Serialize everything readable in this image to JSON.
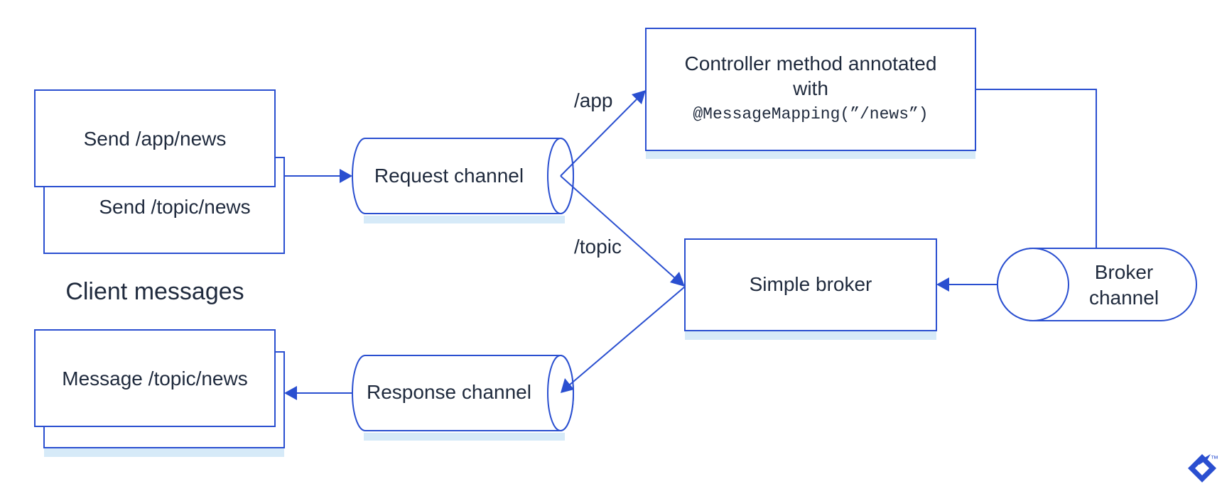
{
  "colors": {
    "stroke": "#2a4fd0",
    "shadow": "#d6eaf8",
    "text": "#1f2a3d",
    "background": "#ffffff"
  },
  "client": {
    "send_app_news": "Send /app/news",
    "send_topic_news": "Send /topic/news",
    "section_title": "Client messages",
    "message_topic_news": "Message /topic/news"
  },
  "channels": {
    "request": "Request channel",
    "response": "Response channel",
    "broker_line1": "Broker",
    "broker_line2": "channel"
  },
  "controller": {
    "line1": "Controller method annotated",
    "line2": "with",
    "annotation": "@MessageMapping(”/news”)"
  },
  "broker": {
    "label": "Simple broker"
  },
  "routes": {
    "app": "/app",
    "topic": "/topic"
  },
  "logo": {
    "icon": "toptal-logo-icon",
    "trademark": "™"
  }
}
